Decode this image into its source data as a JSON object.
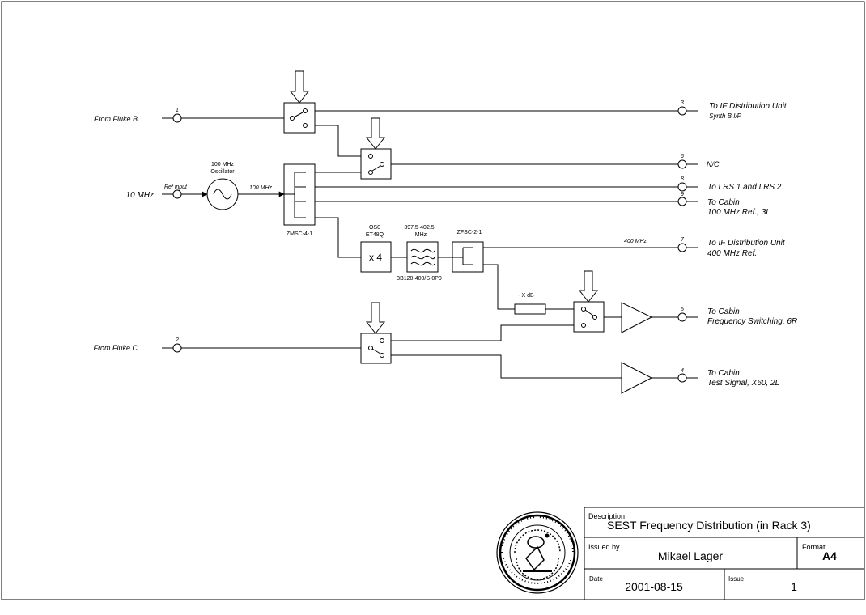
{
  "ports": {
    "in_fluke_b": {
      "label": "From Fluke B",
      "number": "1"
    },
    "in_10mhz": {
      "label": "10 MHz",
      "tag": "Ref input"
    },
    "in_fluke_c": {
      "label": "From Fluke C",
      "number": "2"
    },
    "out_3": {
      "number": "3",
      "line1": "To IF Distribution Unit",
      "line2": "Synth B I/P"
    },
    "out_6": {
      "number": "6",
      "line1": "N/C"
    },
    "out_8": {
      "number": "8",
      "line1": "To LRS 1 and LRS 2"
    },
    "out_9": {
      "number": "9",
      "line1": "To Cabin",
      "line2": "100 MHz Ref., 3L"
    },
    "out_7": {
      "number": "7",
      "line1": "To IF Distribution Unit",
      "line2": "400 MHz Ref.",
      "wire_label": "400 MHz"
    },
    "out_5": {
      "number": "5",
      "line1": "To Cabin",
      "line2": "Frequency Switching, 6R"
    },
    "out_4": {
      "number": "4",
      "line1": "To Cabin",
      "line2": "Test Signal, X60, 2L"
    }
  },
  "components": {
    "oscillator": {
      "line1": "100 MHz",
      "line2": "Oscillator",
      "out_label": "100 MHz"
    },
    "splitter": {
      "name": "ZMSC-4-1"
    },
    "multiplier": {
      "symbol": "x 4",
      "line1": "OS0",
      "line2": "ET48Q"
    },
    "filter": {
      "line1": "397.5-402.5",
      "line2": "MHz",
      "part": "3B120-400/S-0P0"
    },
    "splitter2": {
      "name": "ZFSC-2-1"
    },
    "attenuator": {
      "label": "- X dB"
    }
  },
  "title_block": {
    "description_label": "Description",
    "description": "SEST Frequency Distribution (in Rack 3)",
    "issued_by_label": "Issued by",
    "issued_by": "Mikael Lager",
    "format_label": "Format",
    "format": "A4",
    "date_label": "Date",
    "date": "2001-08-15",
    "issue_label": "Issue",
    "issue": "1"
  }
}
